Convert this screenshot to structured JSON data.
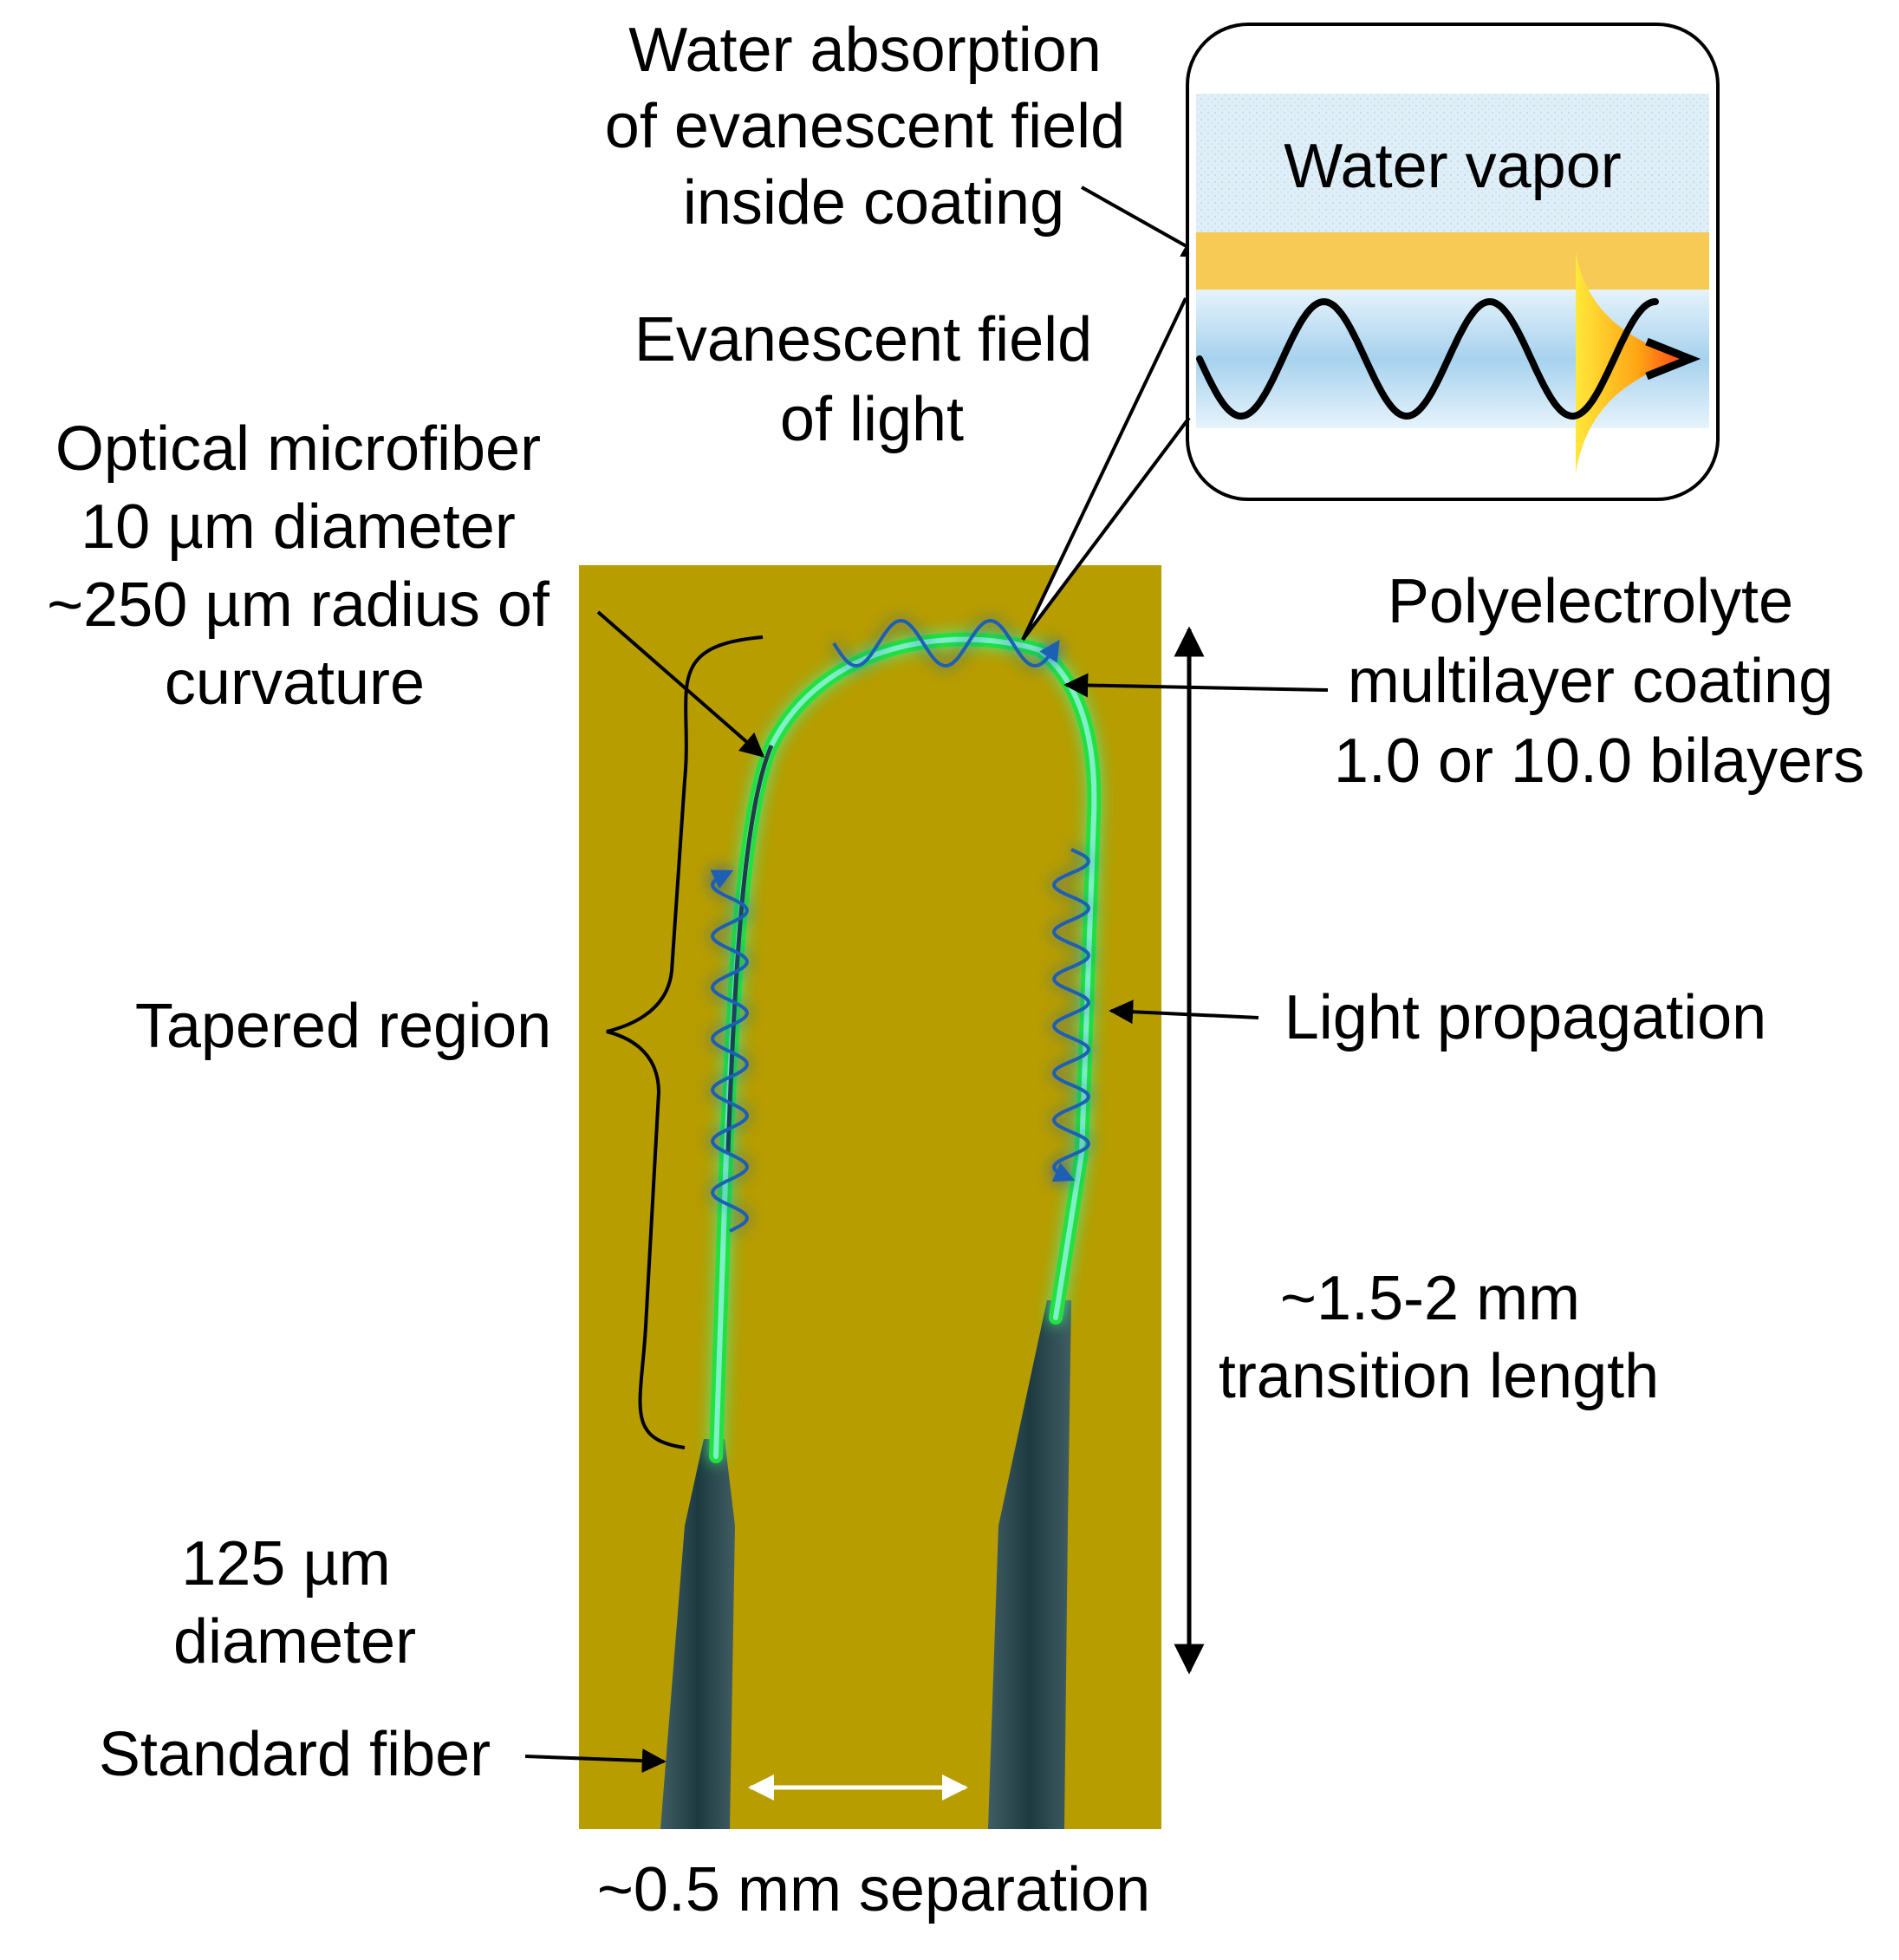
{
  "labels": {
    "water_absorption": [
      "Water absorption",
      "of evanescent field",
      "inside coating"
    ],
    "evanescent_field": [
      "Evanescent field",
      "of light"
    ],
    "optical_microfiber": [
      "Optical microfiber",
      "10 µm diameter",
      "~250 µm radius of",
      "curvature"
    ],
    "polyelectrolyte": [
      "Polyelectrolyte",
      "multilayer coating",
      "1.0 or 10.0 bilayers"
    ],
    "tapered_region": "Tapered region",
    "light_propagation": "Light propagation",
    "transition_length": [
      "~1.5-2 mm",
      "transition length"
    ],
    "diameter_125": [
      "125 µm",
      "diameter"
    ],
    "standard_fiber": "Standard fiber",
    "separation": "~0.5 mm separation",
    "water_vapor": "Water vapor"
  },
  "colors": {
    "photo_background": "#b79d00",
    "fiber_glow": "#22e040",
    "fiber_core": "#7ff0c8",
    "wave": "#1f5fb4",
    "coating_layer": "#f7c955",
    "vapor": "#d9ecf6",
    "guide": "#b9dcf1"
  }
}
